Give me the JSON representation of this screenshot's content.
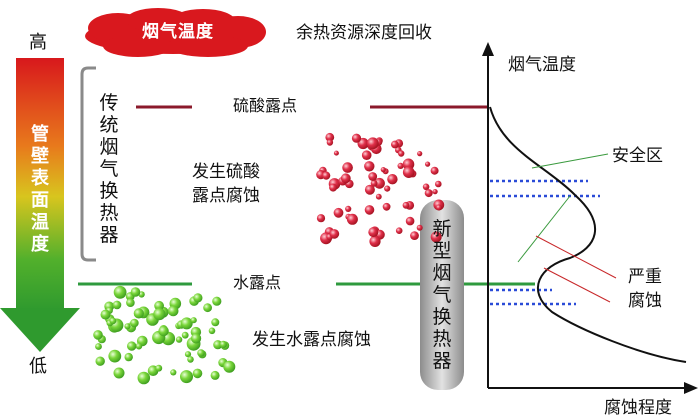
{
  "cloud": {
    "label": "烟气温度"
  },
  "header": {
    "title": "余热资源深度回收"
  },
  "arrow": {
    "top": "高",
    "bottom": "低",
    "label": "管壁表面温度"
  },
  "traditional": {
    "label": "传统烟气换热器"
  },
  "novel": {
    "label": "新型烟气换热器"
  },
  "lines": {
    "acid_dew": "硫酸露点",
    "water_dew": "水露点"
  },
  "corrosion": {
    "acid": "发生硫酸露点腐蚀",
    "acid_line1": "发生硫酸",
    "acid_line2": "露点腐蚀",
    "water": "发生水露点腐蚀"
  },
  "chart": {
    "ylabel": "烟气温度",
    "xlabel": "腐蚀程度",
    "safe_zone": "安全区",
    "severe1": "严重",
    "severe2": "腐蚀"
  },
  "colors": {
    "acid_line": "#8b1a2b",
    "water_line": "#2e9a3e",
    "cloud": "#d9181e",
    "acid_drop": "#d4203a",
    "water_drop": "#5cc22a"
  }
}
